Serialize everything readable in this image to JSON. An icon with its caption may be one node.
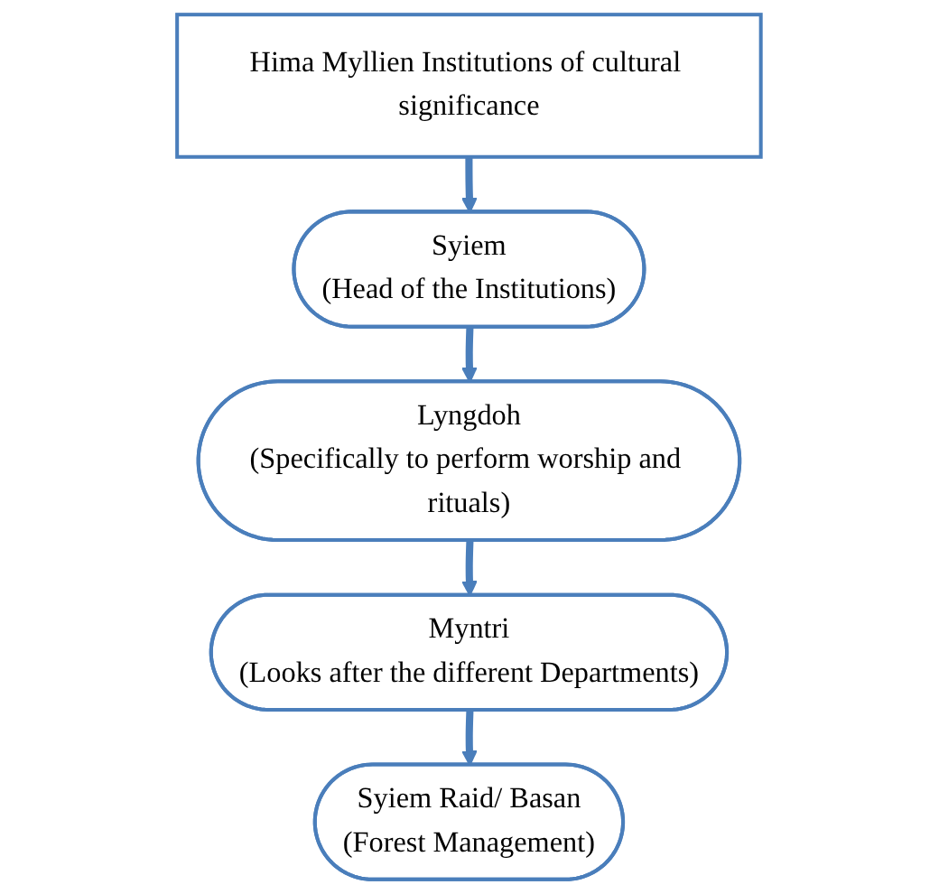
{
  "diagram": {
    "nodes": [
      {
        "text": [
          "Hima Myllien Institutions of cultural significance"
        ]
      },
      {
        "text": [
          "Syiem",
          "(Head of the Institutions)"
        ]
      },
      {
        "text": [
          "Lyngdoh",
          "(Specifically to perform worship and rituals)"
        ]
      },
      {
        "text": [
          "Myntri",
          "(Looks after the different Departments)"
        ]
      },
      {
        "text": [
          "Syiem Raid/ Basan",
          "(Forest Management)"
        ]
      }
    ],
    "edges": [
      {
        "from": 0,
        "to": 1,
        "arrow": "to"
      },
      {
        "from": 1,
        "to": 2,
        "arrow": "to"
      },
      {
        "from": 2,
        "to": 3,
        "arrow": "to"
      },
      {
        "from": 3,
        "to": 4,
        "arrow": "to"
      }
    ]
  }
}
